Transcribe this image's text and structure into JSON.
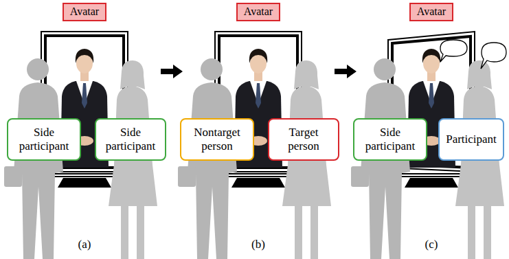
{
  "diagram": {
    "nodes": [
      {
        "text": [
          "Avatar"
        ]
      },
      {
        "text": [
          "Side participant"
        ]
      },
      {
        "text": [
          "Side participant"
        ]
      },
      {
        "text": [
          "Avatar"
        ]
      },
      {
        "text": [
          "Nontarget person"
        ]
      },
      {
        "text": [
          "Target person"
        ]
      },
      {
        "text": [
          "Avatar"
        ]
      },
      {
        "text": [
          "Side participant"
        ]
      },
      {
        "text": [
          "Participant"
        ]
      }
    ],
    "labels": [
      "(a)",
      "(b)",
      "(c)"
    ]
  }
}
